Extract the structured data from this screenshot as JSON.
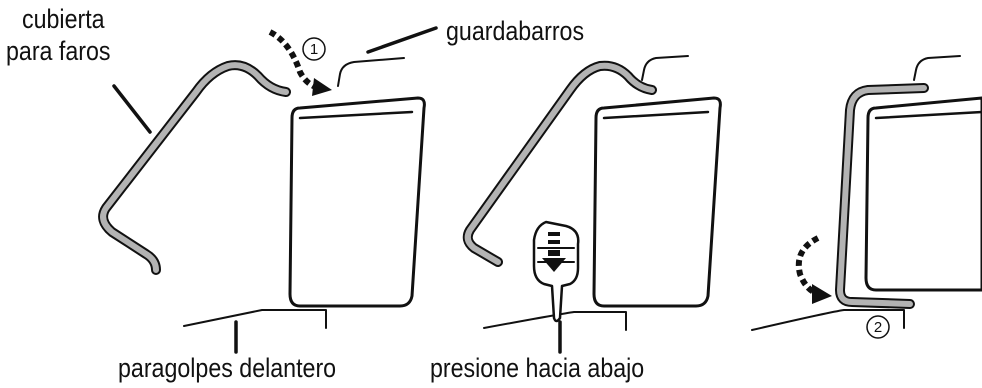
{
  "labels": {
    "cover_line1": "cubierta",
    "cover_line2": "para faros",
    "fender": "guardabarros",
    "bumper": "paragolpes delantero",
    "press_down": "presione hacia abajo"
  },
  "step_markers": {
    "step1": "1",
    "step2": "2"
  }
}
